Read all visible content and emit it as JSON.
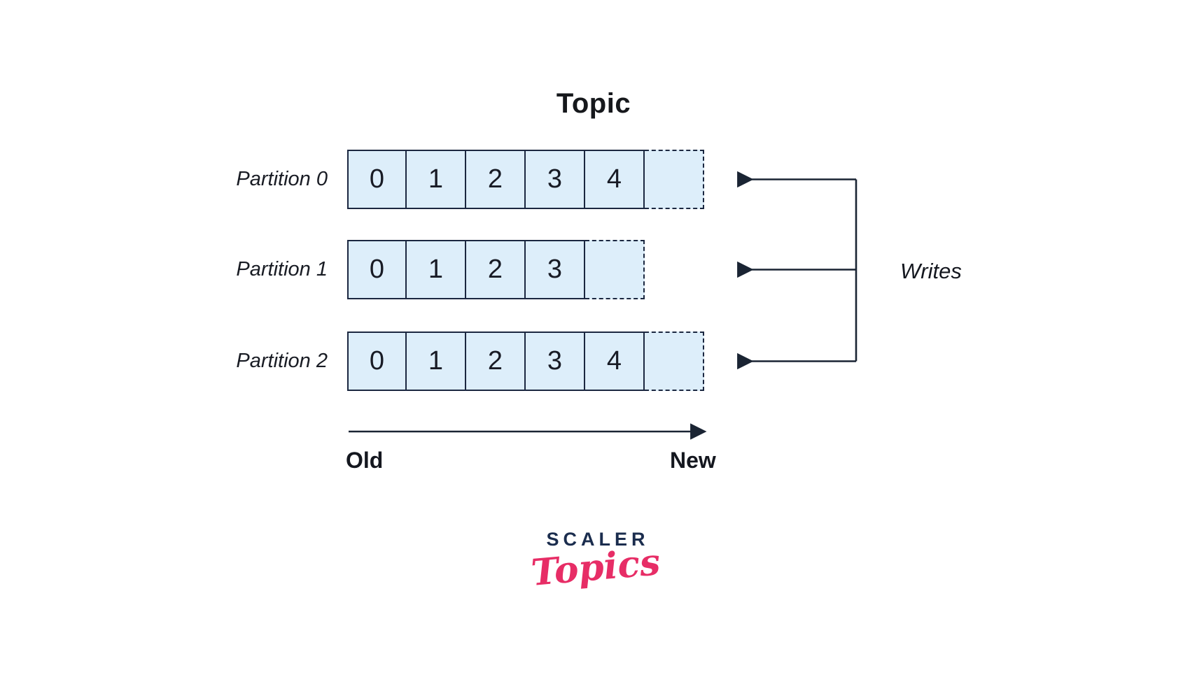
{
  "title": "Topic",
  "partitions": [
    {
      "label": "Partition 0",
      "cells": [
        "0",
        "1",
        "2",
        "3",
        "4"
      ],
      "next_slot_dashed": true
    },
    {
      "label": "Partition 1",
      "cells": [
        "0",
        "1",
        "2",
        "3"
      ],
      "next_slot_dashed": true
    },
    {
      "label": "Partition 2",
      "cells": [
        "0",
        "1",
        "2",
        "3",
        "4"
      ],
      "next_slot_dashed": true
    }
  ],
  "writes_label": "Writes",
  "timeline": {
    "old_label": "Old",
    "new_label": "New"
  },
  "logo": {
    "line1": "SCALER",
    "line2": "Topics"
  },
  "colors": {
    "cell_fill": "#ddeefa",
    "cell_border": "#1b2740",
    "arrow": "#1a2433",
    "logo_navy": "#1b2d4e",
    "logo_pink": "#e72d66"
  }
}
